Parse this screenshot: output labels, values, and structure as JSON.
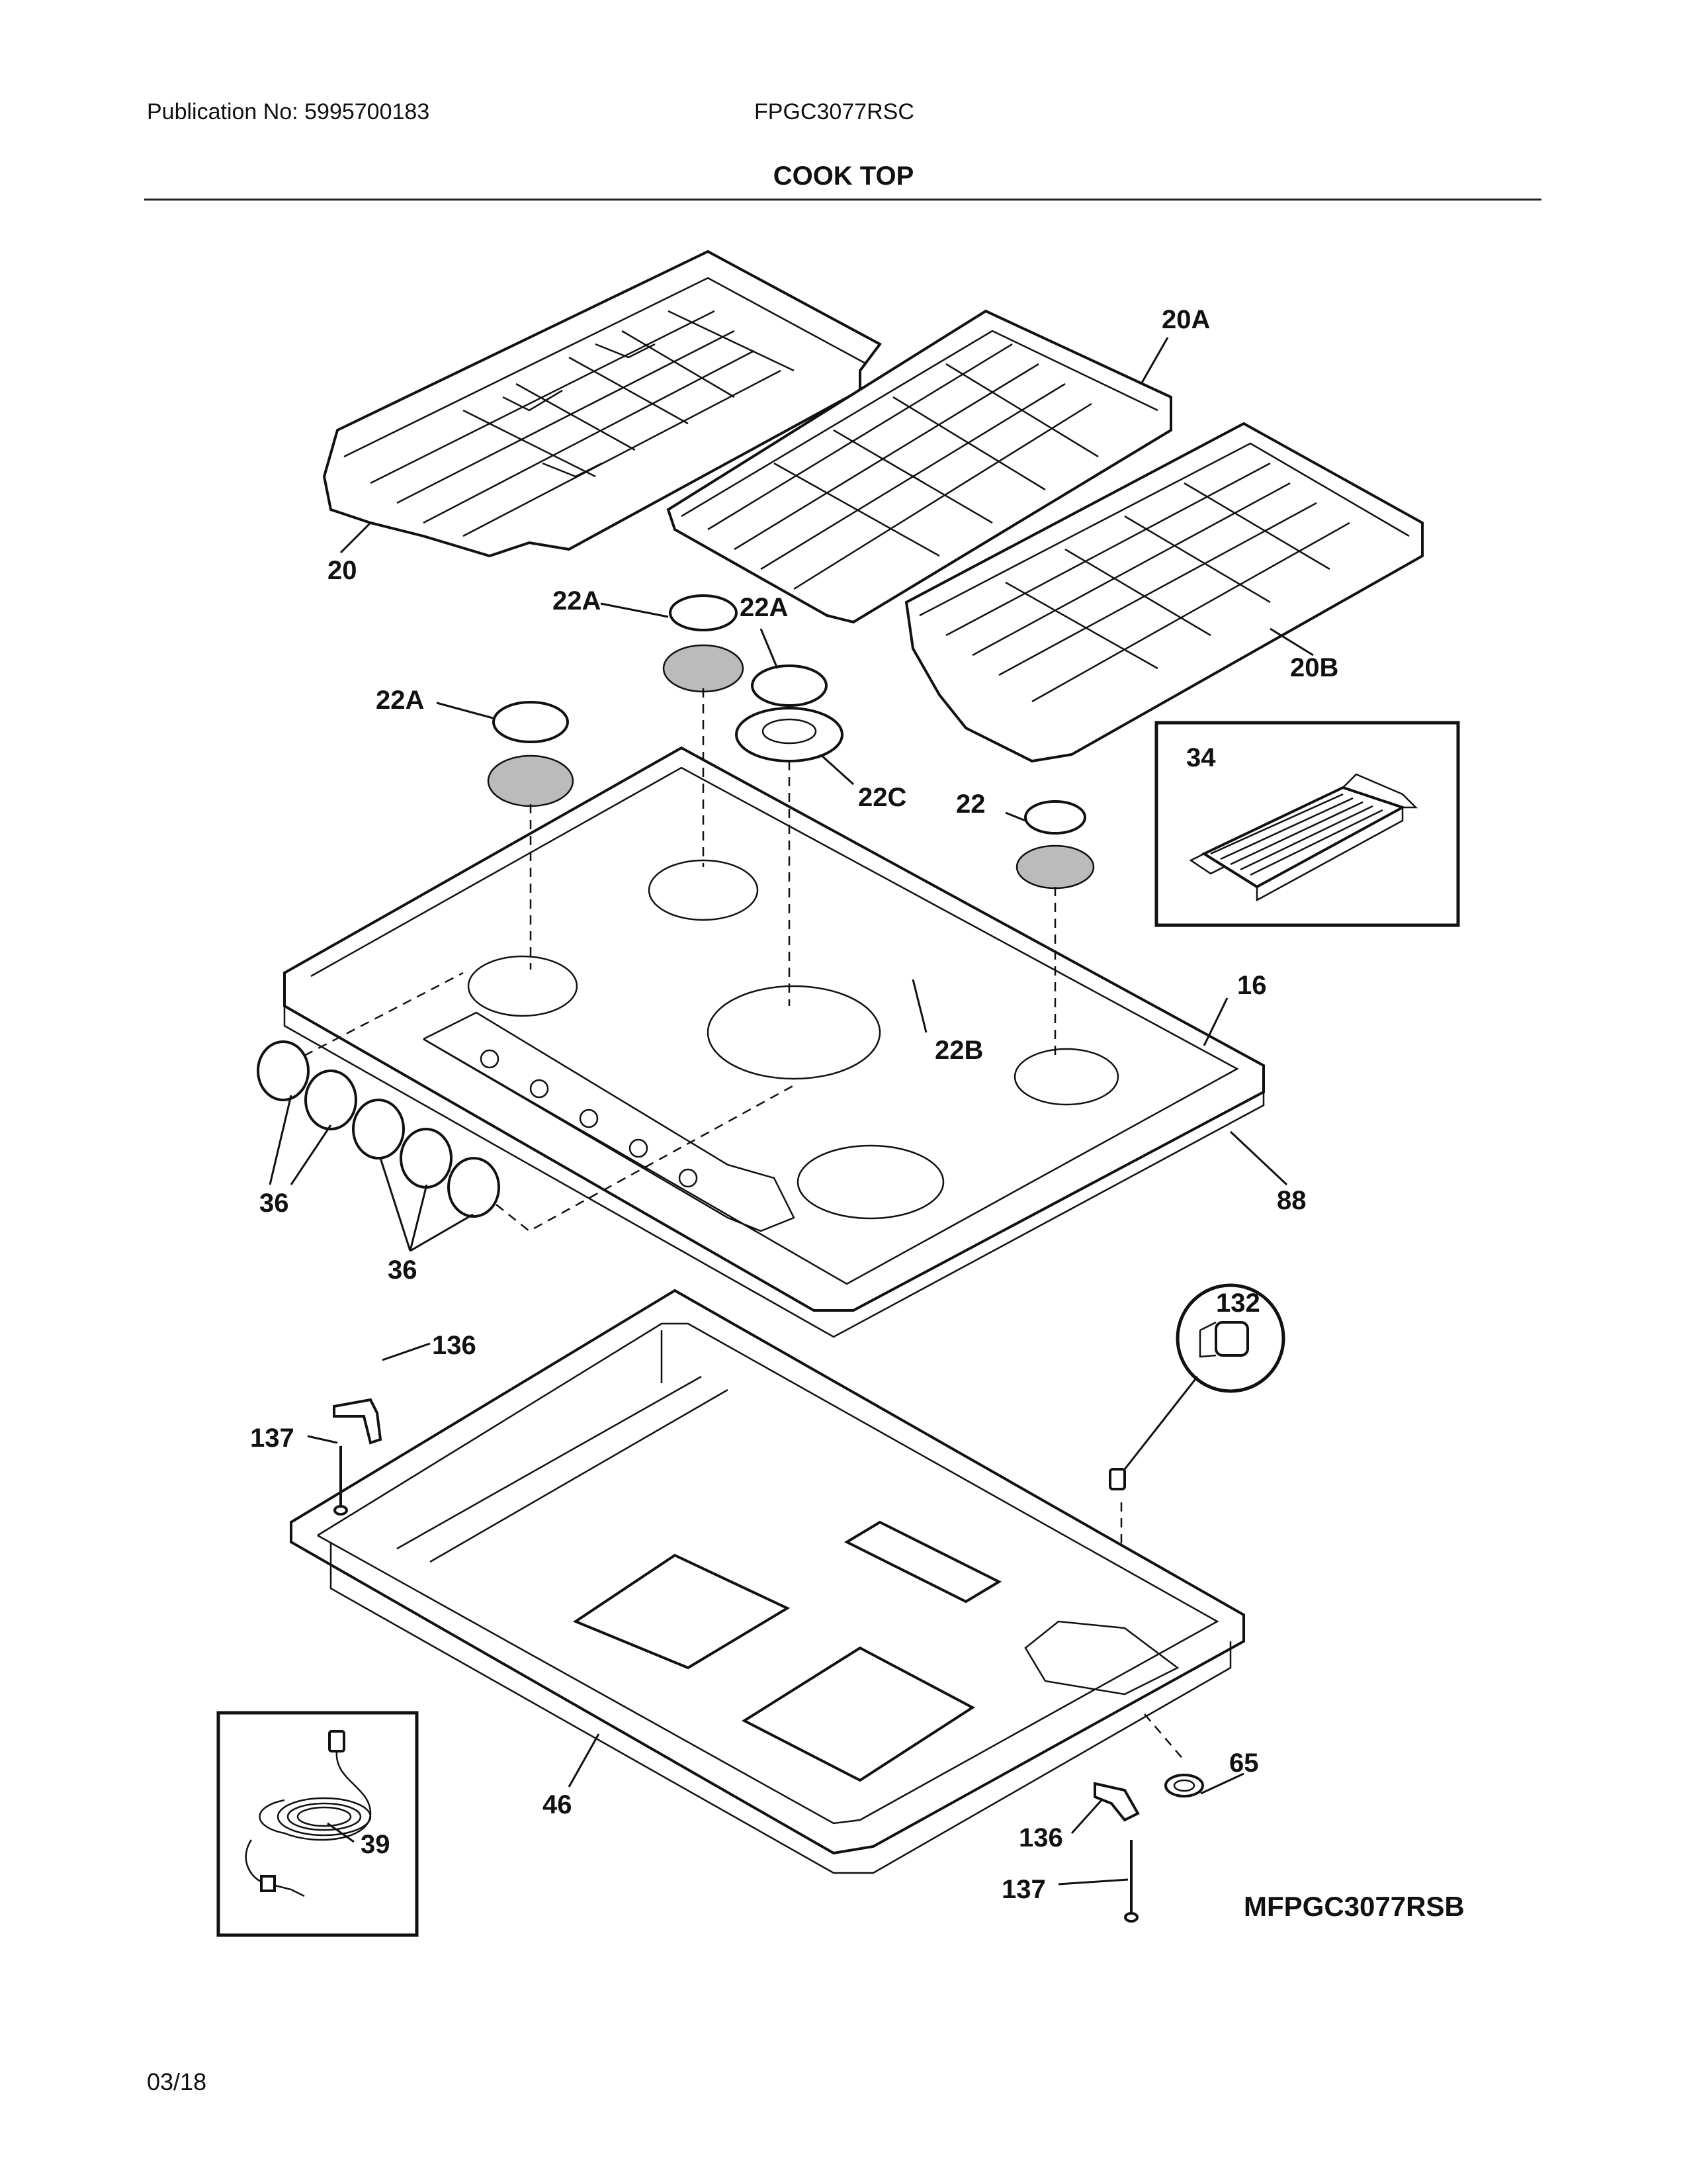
{
  "header": {
    "publication": "Publication No: 5995700183",
    "model": "FPGC3077RSC",
    "section_title": "COOK TOP"
  },
  "footer": {
    "diagram_code": "MFPGC3077RSB",
    "date": "03/18"
  },
  "callouts": {
    "grate_left": "20",
    "grate_center": "20A",
    "grate_right": "20B",
    "cap_center_left": "22A",
    "cap_center_right": "22A",
    "cap_left": "22A",
    "burner_ring": "22C",
    "cap_right": "22",
    "griddle": "34",
    "cooktop": "16",
    "cap_large": "22B",
    "gasket": "88",
    "knobs_upper": "36",
    "knobs_lower": "36",
    "knob_insert": "132",
    "bracket_left": "136",
    "screw_left": "137",
    "burner_box": "46",
    "grommet": "65",
    "bracket_right": "136",
    "screw_right": "137",
    "power_cord": "39"
  },
  "icons": {
    "grate": "cast-iron-grate",
    "griddle": "griddle-pan",
    "cord": "power-cord-coil"
  }
}
